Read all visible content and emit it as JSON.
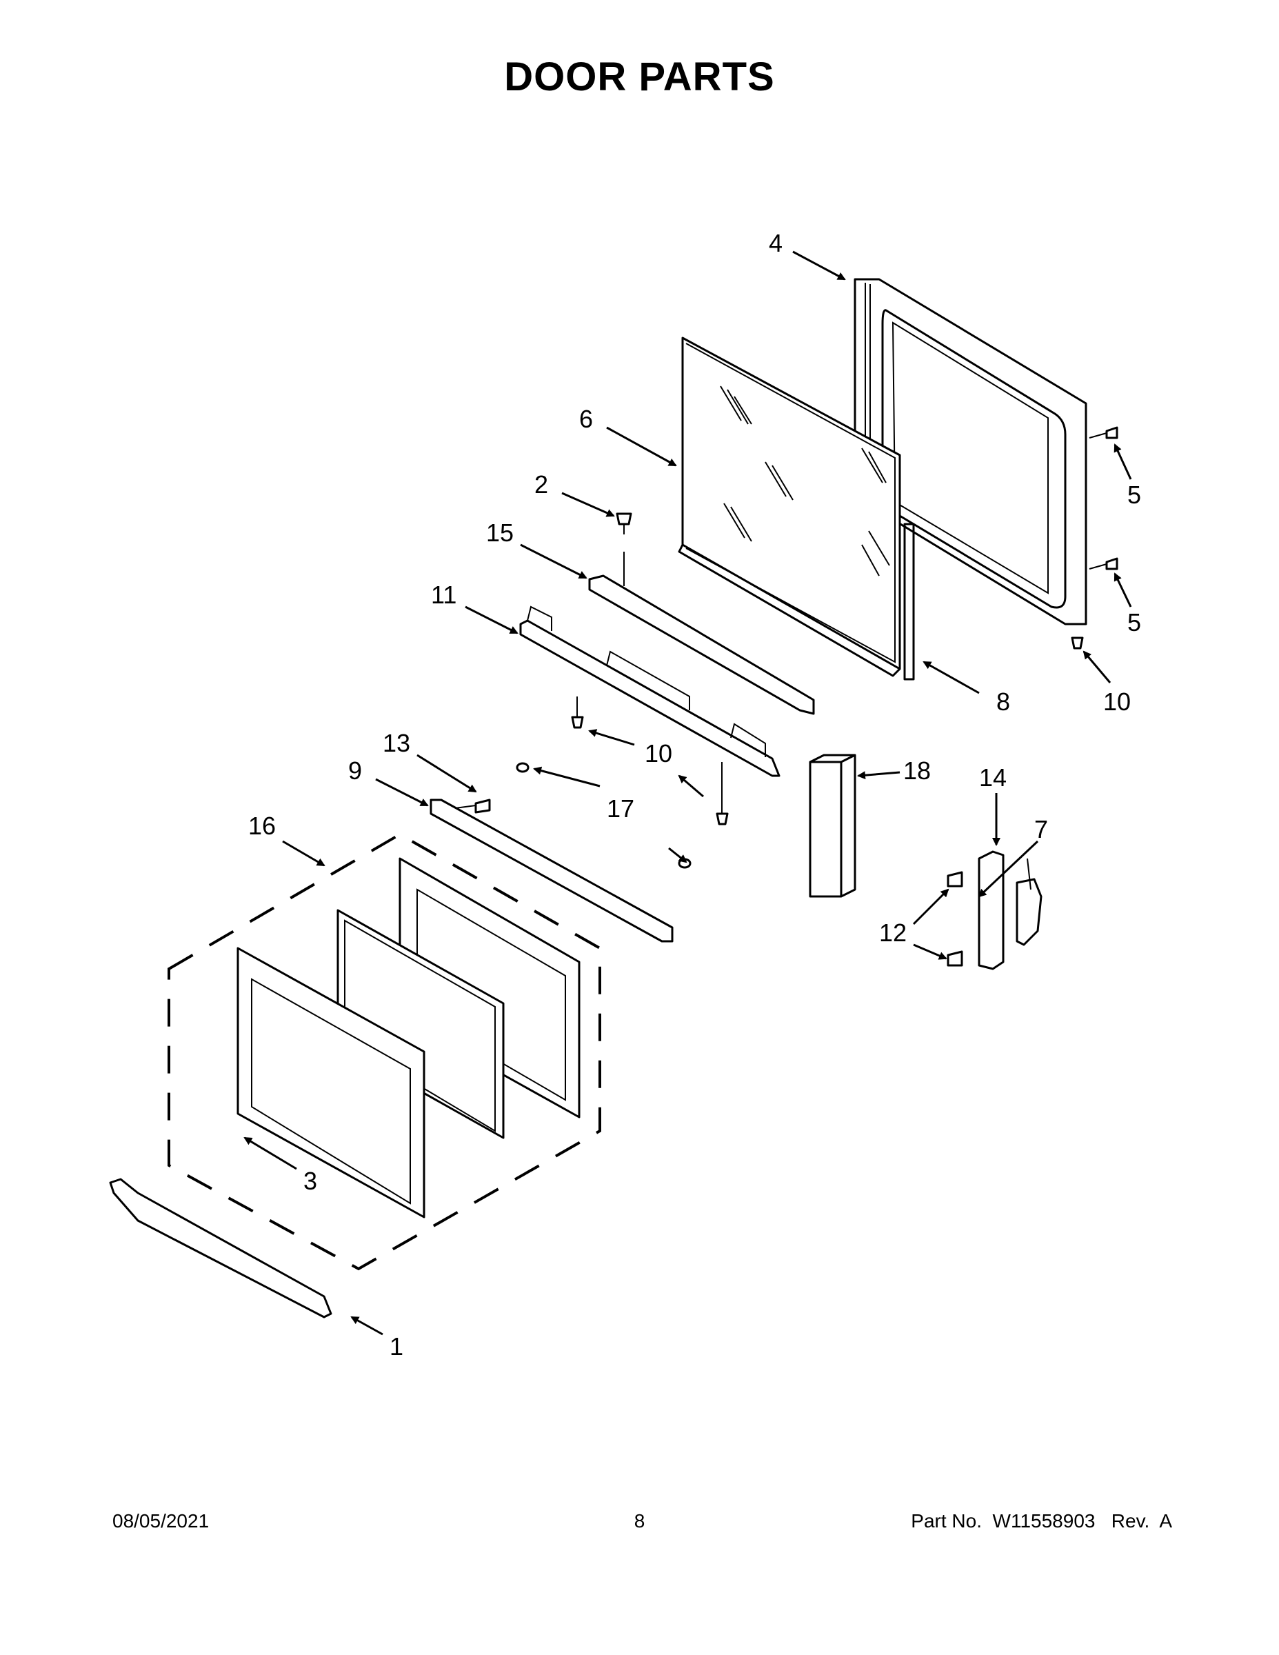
{
  "title": "DOOR PARTS",
  "callouts": {
    "c1": "1",
    "c2": "2",
    "c3": "3",
    "c4": "4",
    "c5a": "5",
    "c5b": "5",
    "c6": "6",
    "c7": "7",
    "c8": "8",
    "c9": "9",
    "c10a": "10",
    "c10b": "10",
    "c11": "11",
    "c12": "12",
    "c13": "13",
    "c14": "14",
    "c15": "15",
    "c16": "16",
    "c17": "17",
    "c18": "18"
  },
  "footer": {
    "date": "08/05/2021",
    "page": "8",
    "part_number": "Part No.  W11558903   Rev.  A"
  }
}
